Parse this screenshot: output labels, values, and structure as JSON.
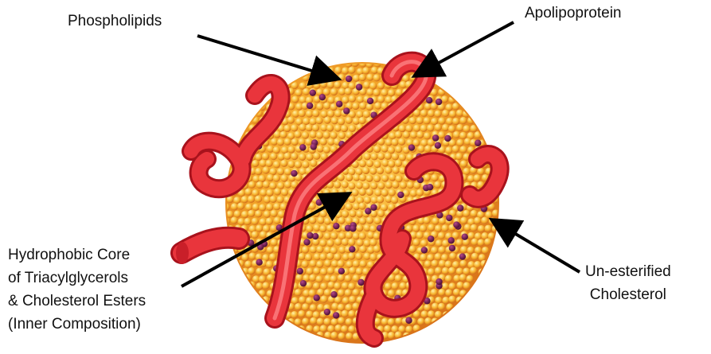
{
  "figure": {
    "labels": {
      "phospholipids": "Phospholipids",
      "apolipoprotein": "Apolipoprotein",
      "core_lines": [
        "Hydrophobic Core",
        "of Triacylglycerols",
        "& Cholesterol Esters",
        "(Inner Composition)"
      ],
      "cholesterol_lines": [
        "Un-esterified",
        "Cholesterol"
      ]
    },
    "colors": {
      "particle_core": "#f0a020",
      "particle_bead_light": "#ffd760",
      "particle_bead_dark": "#e06a10",
      "cholesterol_dot": "#6b1a4a",
      "apolipoprotein": "#e8323a",
      "arrow": "#000000"
    }
  }
}
